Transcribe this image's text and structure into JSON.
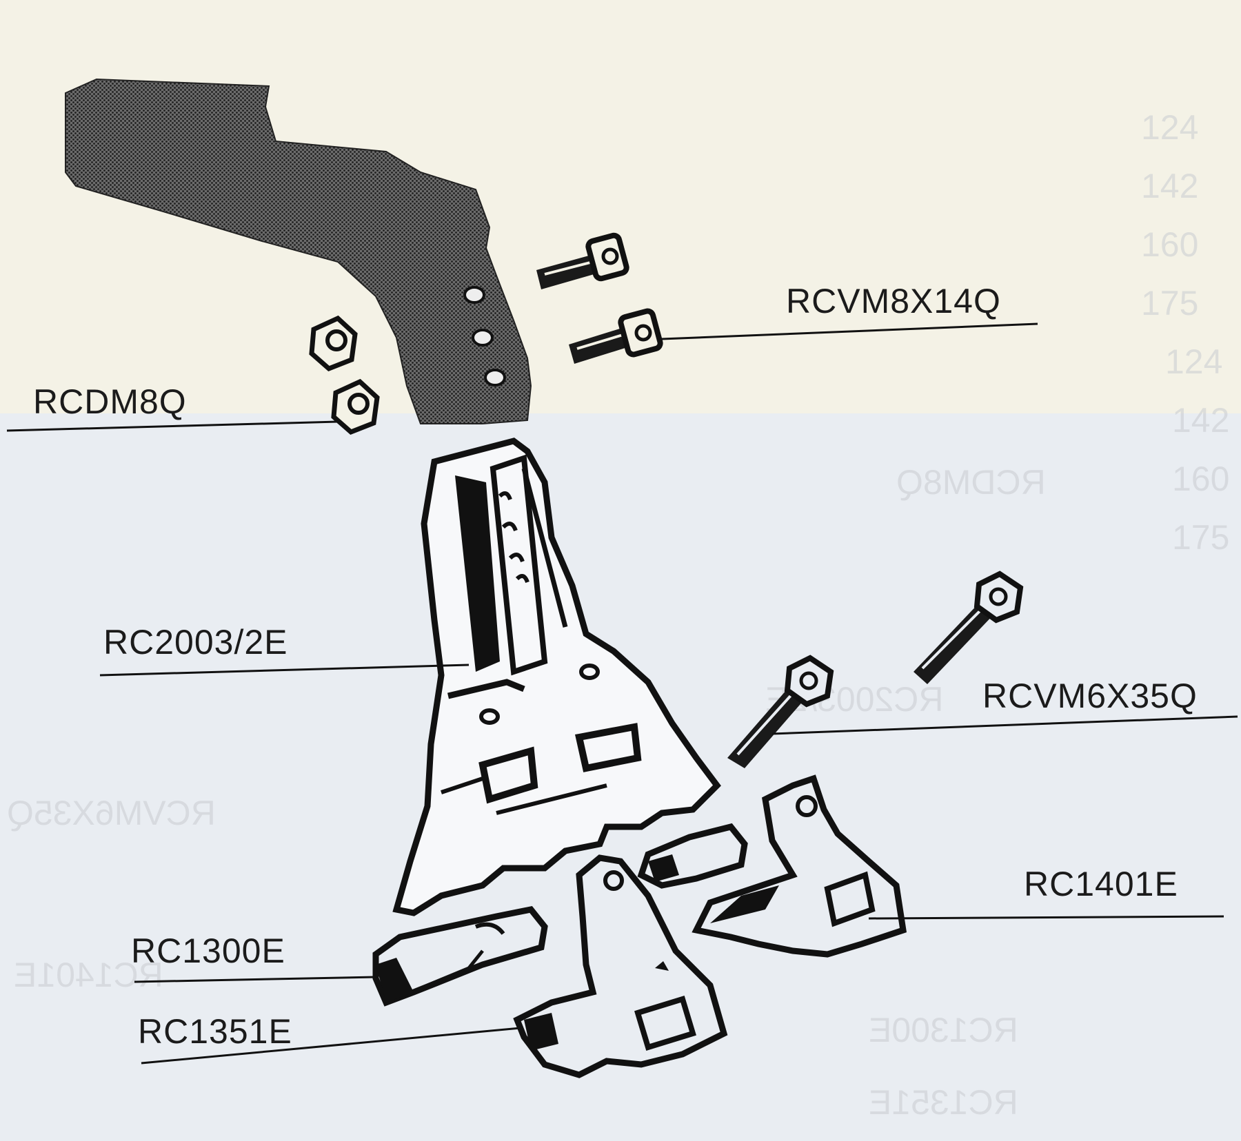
{
  "parts": {
    "rcvm8x14q": "RCVM8X14Q",
    "rcdm8q": "RCDM8Q",
    "rc2003_2e": "RC2003/2E",
    "rcvm6x35q": "RCVM6X35Q",
    "rc1401e": "RC1401E",
    "rc1300e": "RC1300E",
    "rc1351e": "RC1351E"
  },
  "show_through": {
    "numbers": [
      "124",
      "142",
      "160",
      "175",
      "124",
      "142",
      "160",
      "175"
    ],
    "mirrored_labels": [
      "RCDM8Q",
      "RC2003/2E",
      "RCVM6X35Q",
      "RC1401E",
      "RC1300E",
      "RC1351E"
    ]
  },
  "colors": {
    "top_paper": "#f4f2e6",
    "bottom_paper": "#e9edf2",
    "ink": "#1b1b1b",
    "show_through": "#c9ccd1"
  }
}
